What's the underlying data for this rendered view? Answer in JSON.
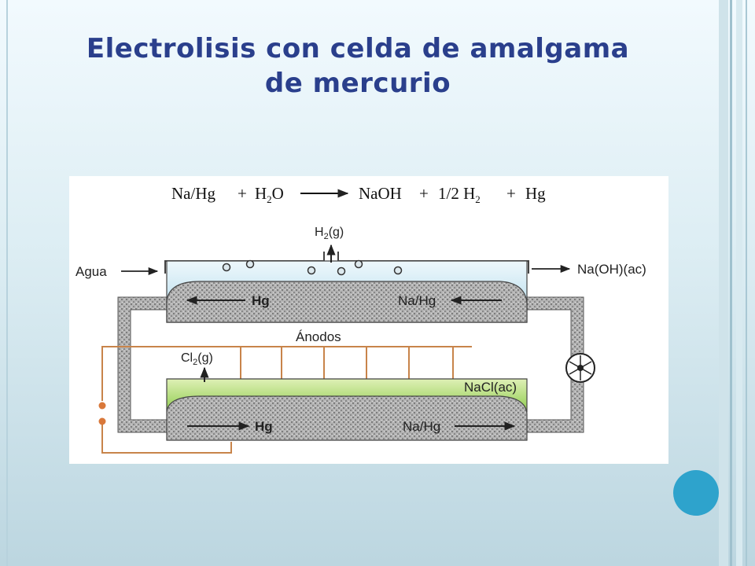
{
  "title": {
    "line1": "Electrolisis con celda de amalgama",
    "line2": "de mercurio"
  },
  "diagram": {
    "equation": {
      "reactant1": "Na/Hg",
      "plus1": "+",
      "reactant2_base": "H",
      "reactant2_sub": "2",
      "reactant2_tail": "O",
      "product1": "NaOH",
      "plus2": "+",
      "product2_base": "1/2 H",
      "product2_sub": "2",
      "plus3": "+",
      "product3": "Hg"
    },
    "h2_label_base": "H",
    "h2_label_sub": "2",
    "h2_label_tail": "(g)",
    "agua_label": "Agua",
    "naoh_label": "Na(OH)(ac)",
    "top_hg_label": "Hg",
    "top_nahg_label": "Na/Hg",
    "anodos_label": "Ánodos",
    "cl2_label_base": "Cl",
    "cl2_label_sub": "2",
    "cl2_label_tail": "(g)",
    "nacl_label": "NaCl(ac)",
    "bottom_hg_label": "Hg",
    "bottom_nahg_label": "Na/Hg"
  },
  "colors": {
    "title": "#2a3f8c",
    "accent_dot": "#2ea3cc",
    "water": "#c8e6f2",
    "brine": "#a8d66a",
    "amalgam": "#a0a0a0",
    "wire": "#c8844a"
  }
}
